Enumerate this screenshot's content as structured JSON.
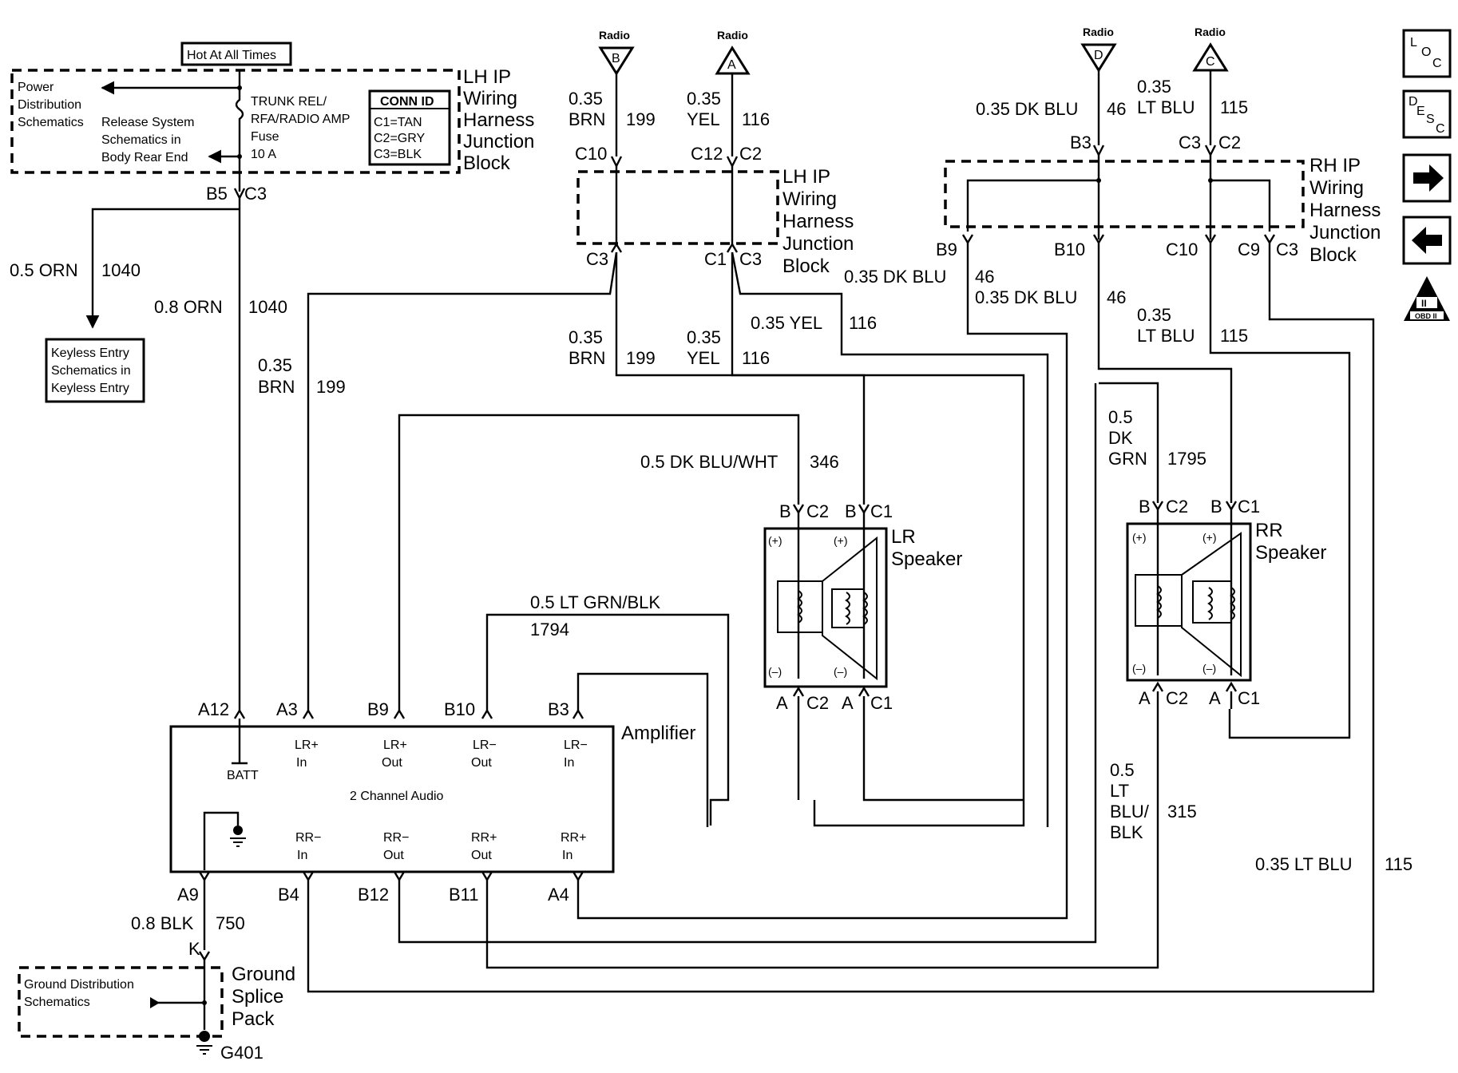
{
  "page": {
    "hot_at_all_times": "Hot At All Times",
    "power_distribution": [
      "Power",
      "Distribution",
      "Schematics"
    ],
    "release_system": [
      "Release System",
      "Schematics in",
      "Body Rear End"
    ],
    "fuse": [
      "TRUNK REL/",
      "RFA/RADIO AMP",
      "Fuse",
      "10 A"
    ],
    "conn_id": {
      "title": "CONN ID",
      "rows": [
        "C1=TAN",
        "C2=GRY",
        "C3=BLK"
      ]
    },
    "lh_ip_jb": [
      "LH IP",
      "Wiring",
      "Harness",
      "Junction",
      "Block"
    ],
    "rh_ip_jb": [
      "RH IP",
      "Wiring",
      "Harness",
      "Junction",
      "Block"
    ],
    "keyless": [
      "Keyless Entry",
      "Schematics in",
      "Keyless Entry"
    ],
    "radio_label": "Radio",
    "radio_connectors": [
      "B",
      "A",
      "D",
      "C"
    ],
    "amplifier": {
      "title": "Amplifier",
      "center": "2 Channel Audio",
      "batt": "BATT",
      "top_pins": [
        {
          "pin": "A12",
          "label": ""
        },
        {
          "pin": "A3",
          "label": [
            "LR+",
            "In"
          ]
        },
        {
          "pin": "B9",
          "label": [
            "LR+",
            "Out"
          ]
        },
        {
          "pin": "B10",
          "label": [
            "LR−",
            "Out"
          ]
        },
        {
          "pin": "B3",
          "label": [
            "LR−",
            "In"
          ]
        }
      ],
      "bottom_pins": [
        {
          "pin": "A9",
          "label": ""
        },
        {
          "pin": "B4",
          "label": [
            "RR−",
            "In"
          ]
        },
        {
          "pin": "B12",
          "label": [
            "RR−",
            "Out"
          ]
        },
        {
          "pin": "B11",
          "label": [
            "RR+",
            "Out"
          ]
        },
        {
          "pin": "A4",
          "label": [
            "RR+",
            "In"
          ]
        }
      ]
    },
    "lr_speaker": [
      "LR",
      "Speaker"
    ],
    "rr_speaker": [
      "RR",
      "Speaker"
    ],
    "plus": "(+)",
    "minus": "(–)",
    "ground": {
      "splice": [
        "Ground",
        "Splice",
        "Pack"
      ],
      "distribution": [
        "Ground Distribution",
        "Schematics"
      ],
      "g401": "G401",
      "k": "K"
    },
    "side_icons": {
      "loc": [
        "L",
        "O",
        "C"
      ],
      "desc": [
        "D",
        "E",
        "S",
        "C"
      ],
      "obd": "OBD II",
      "roman": "II"
    },
    "connectors": {
      "b5": "B5",
      "c3": "C3",
      "c10": "C10",
      "c12": "C12",
      "c2": "C2",
      "c1": "C1",
      "b3": "B3",
      "b9": "B9",
      "b10": "B10",
      "c9": "C9",
      "b": "B",
      "a": "A"
    },
    "wires": {
      "w1040a": [
        "0.5 ORN",
        "1040"
      ],
      "w1040b": [
        "0.8 ORN",
        "1040"
      ],
      "w199a": [
        "0.35",
        "BRN",
        "199"
      ],
      "w199b": [
        "0.35",
        "BRN",
        "199"
      ],
      "w199c": [
        "0.35",
        "BRN",
        "199"
      ],
      "w116a": [
        "0.35",
        "YEL",
        "116"
      ],
      "w116b": [
        "0.35",
        "YEL",
        "116"
      ],
      "w116c": [
        "0.35 YEL",
        "116"
      ],
      "w46a": [
        "0.35 DK BLU",
        "46"
      ],
      "w46b": [
        "0.35 DK BLU",
        "46"
      ],
      "w46c": [
        "0.35 DK BLU",
        "46"
      ],
      "w115a": [
        "0.35",
        "LT BLU",
        "115"
      ],
      "w115b": [
        "0.35",
        "LT BLU",
        "115"
      ],
      "w115c": [
        "0.35 LT BLU",
        "115"
      ],
      "w346": [
        "0.5 DK BLU/WHT",
        "346"
      ],
      "w1794": [
        "0.5 LT GRN/BLK",
        "1794"
      ],
      "w1795": [
        "0.5",
        "DK",
        "GRN",
        "1795"
      ],
      "w315": [
        "0.5",
        "LT",
        "BLU/",
        "BLK",
        "315"
      ],
      "w750": [
        "0.8 BLK",
        "750"
      ]
    }
  }
}
